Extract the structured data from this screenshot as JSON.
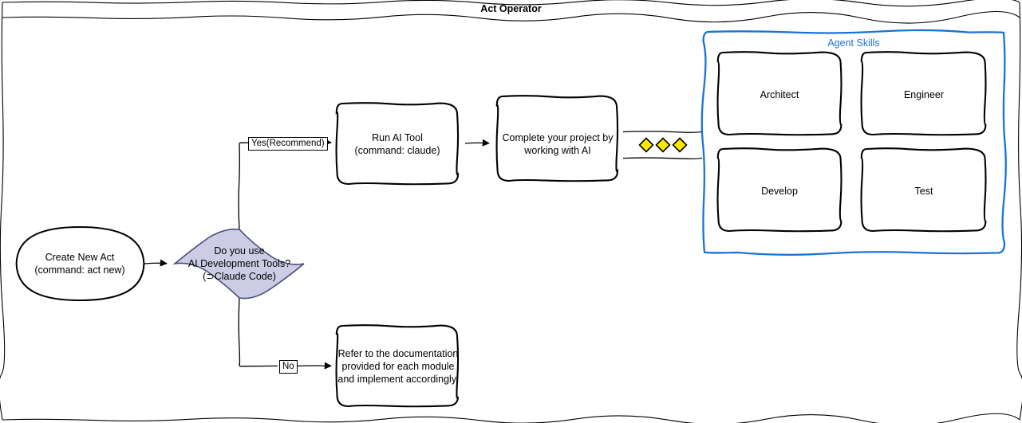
{
  "diagram": {
    "title": "Act Operator",
    "background_color": "#ffffff",
    "border_color": "#000000",
    "style": "hand-drawn sketch flowchart"
  },
  "nodes": {
    "start": {
      "label": "Create New Act\n(command: act new)",
      "shape": "ellipse",
      "fill": "#ffffff",
      "stroke": "#000000"
    },
    "decision": {
      "label": "Do you use\nAI Development Tools?\n(⊃Claude Code)",
      "shape": "diamond",
      "fill": "#ccccE5",
      "stroke": "#4a4a7a"
    },
    "run_ai_tool": {
      "label": "Run AI Tool\n(command: claude)",
      "shape": "rounded-rect",
      "fill": "#ffffff",
      "stroke": "#000000"
    },
    "complete_project": {
      "label": "Complete your project by\nworking with AI",
      "shape": "rounded-rect",
      "fill": "#ffffff",
      "stroke": "#000000"
    },
    "documentation": {
      "label": "Refer to the documentation\nprovided for each module\nand implement accordingly.",
      "shape": "rounded-rect",
      "fill": "#ffffff",
      "stroke": "#000000"
    }
  },
  "edges": {
    "yes_label": "Yes(Recommend)",
    "no_label": "No"
  },
  "agent_skills": {
    "title": "Agent Skills",
    "border_color": "#1a73d6",
    "skills": [
      {
        "label": "Architect"
      },
      {
        "label": "Engineer"
      },
      {
        "label": "Develop"
      },
      {
        "label": "Test"
      }
    ]
  },
  "connector_gems": {
    "count": 3,
    "color": "#ffe600",
    "stroke": "#000000",
    "shape": "diamond"
  }
}
